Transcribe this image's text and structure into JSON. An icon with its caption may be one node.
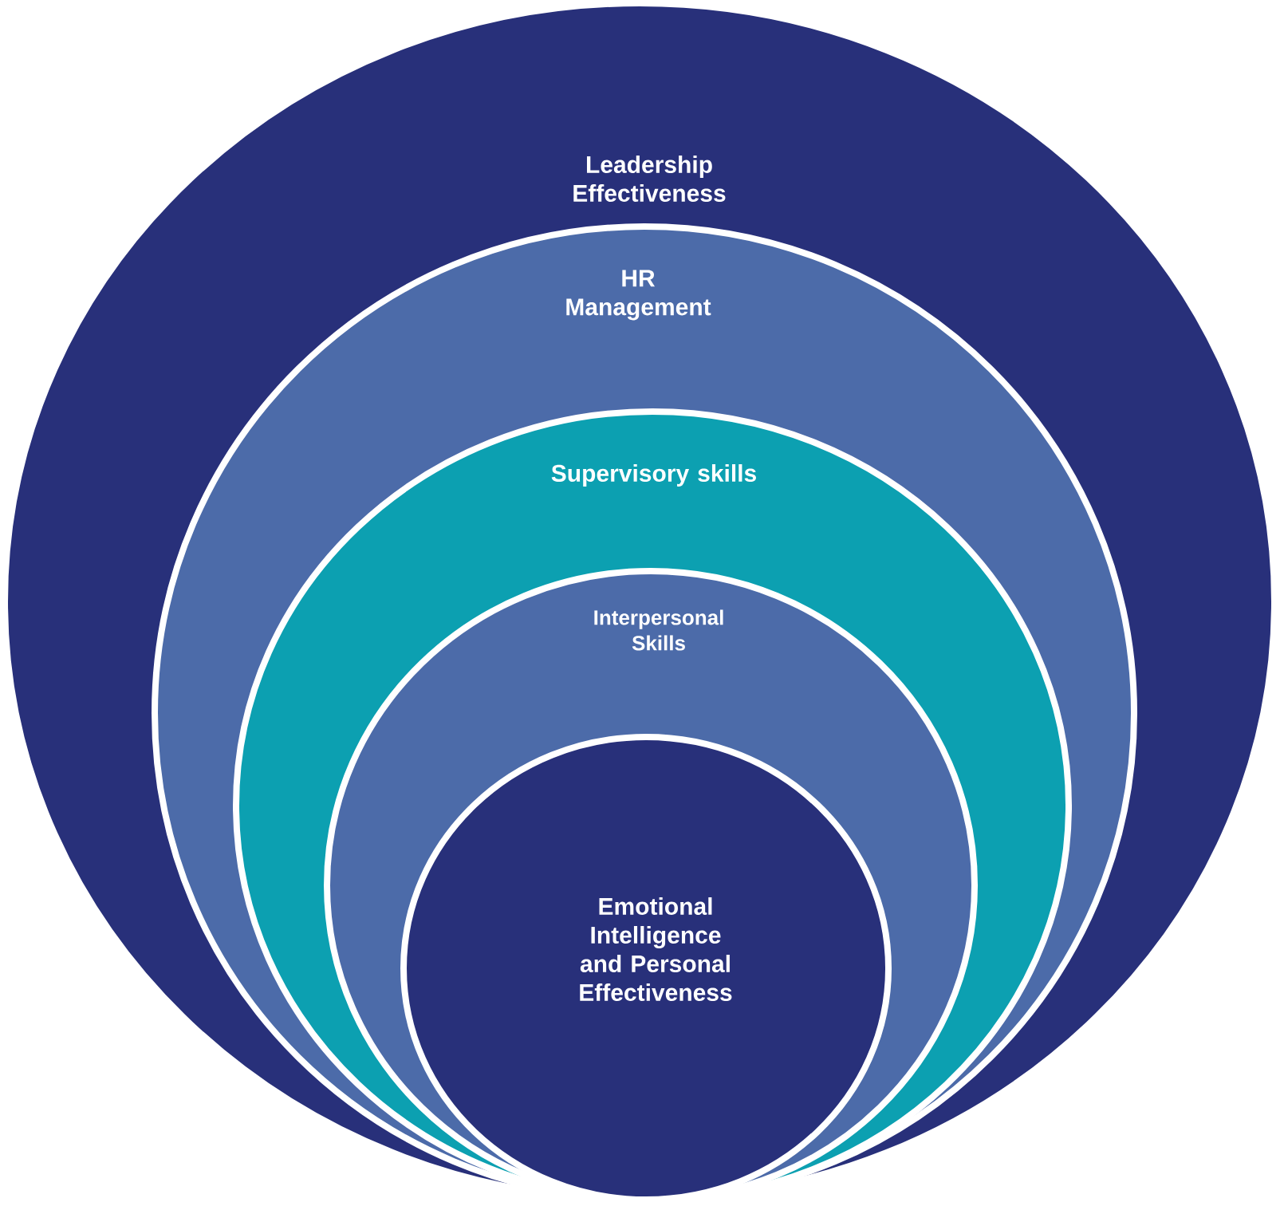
{
  "diagram": {
    "nodes": [
      {
        "text": [
          "Leadership Effectiveness"
        ]
      },
      {
        "text": [
          "HR Management"
        ],
        "in": 0
      },
      {
        "text": [
          "Supervisory skills"
        ],
        "in": 1
      },
      {
        "text": [
          "Interpersonal Skills"
        ],
        "in": 2
      },
      {
        "text": [
          "Emotional Intelligence and Personal Effectiveness"
        ],
        "in": 3
      }
    ]
  }
}
